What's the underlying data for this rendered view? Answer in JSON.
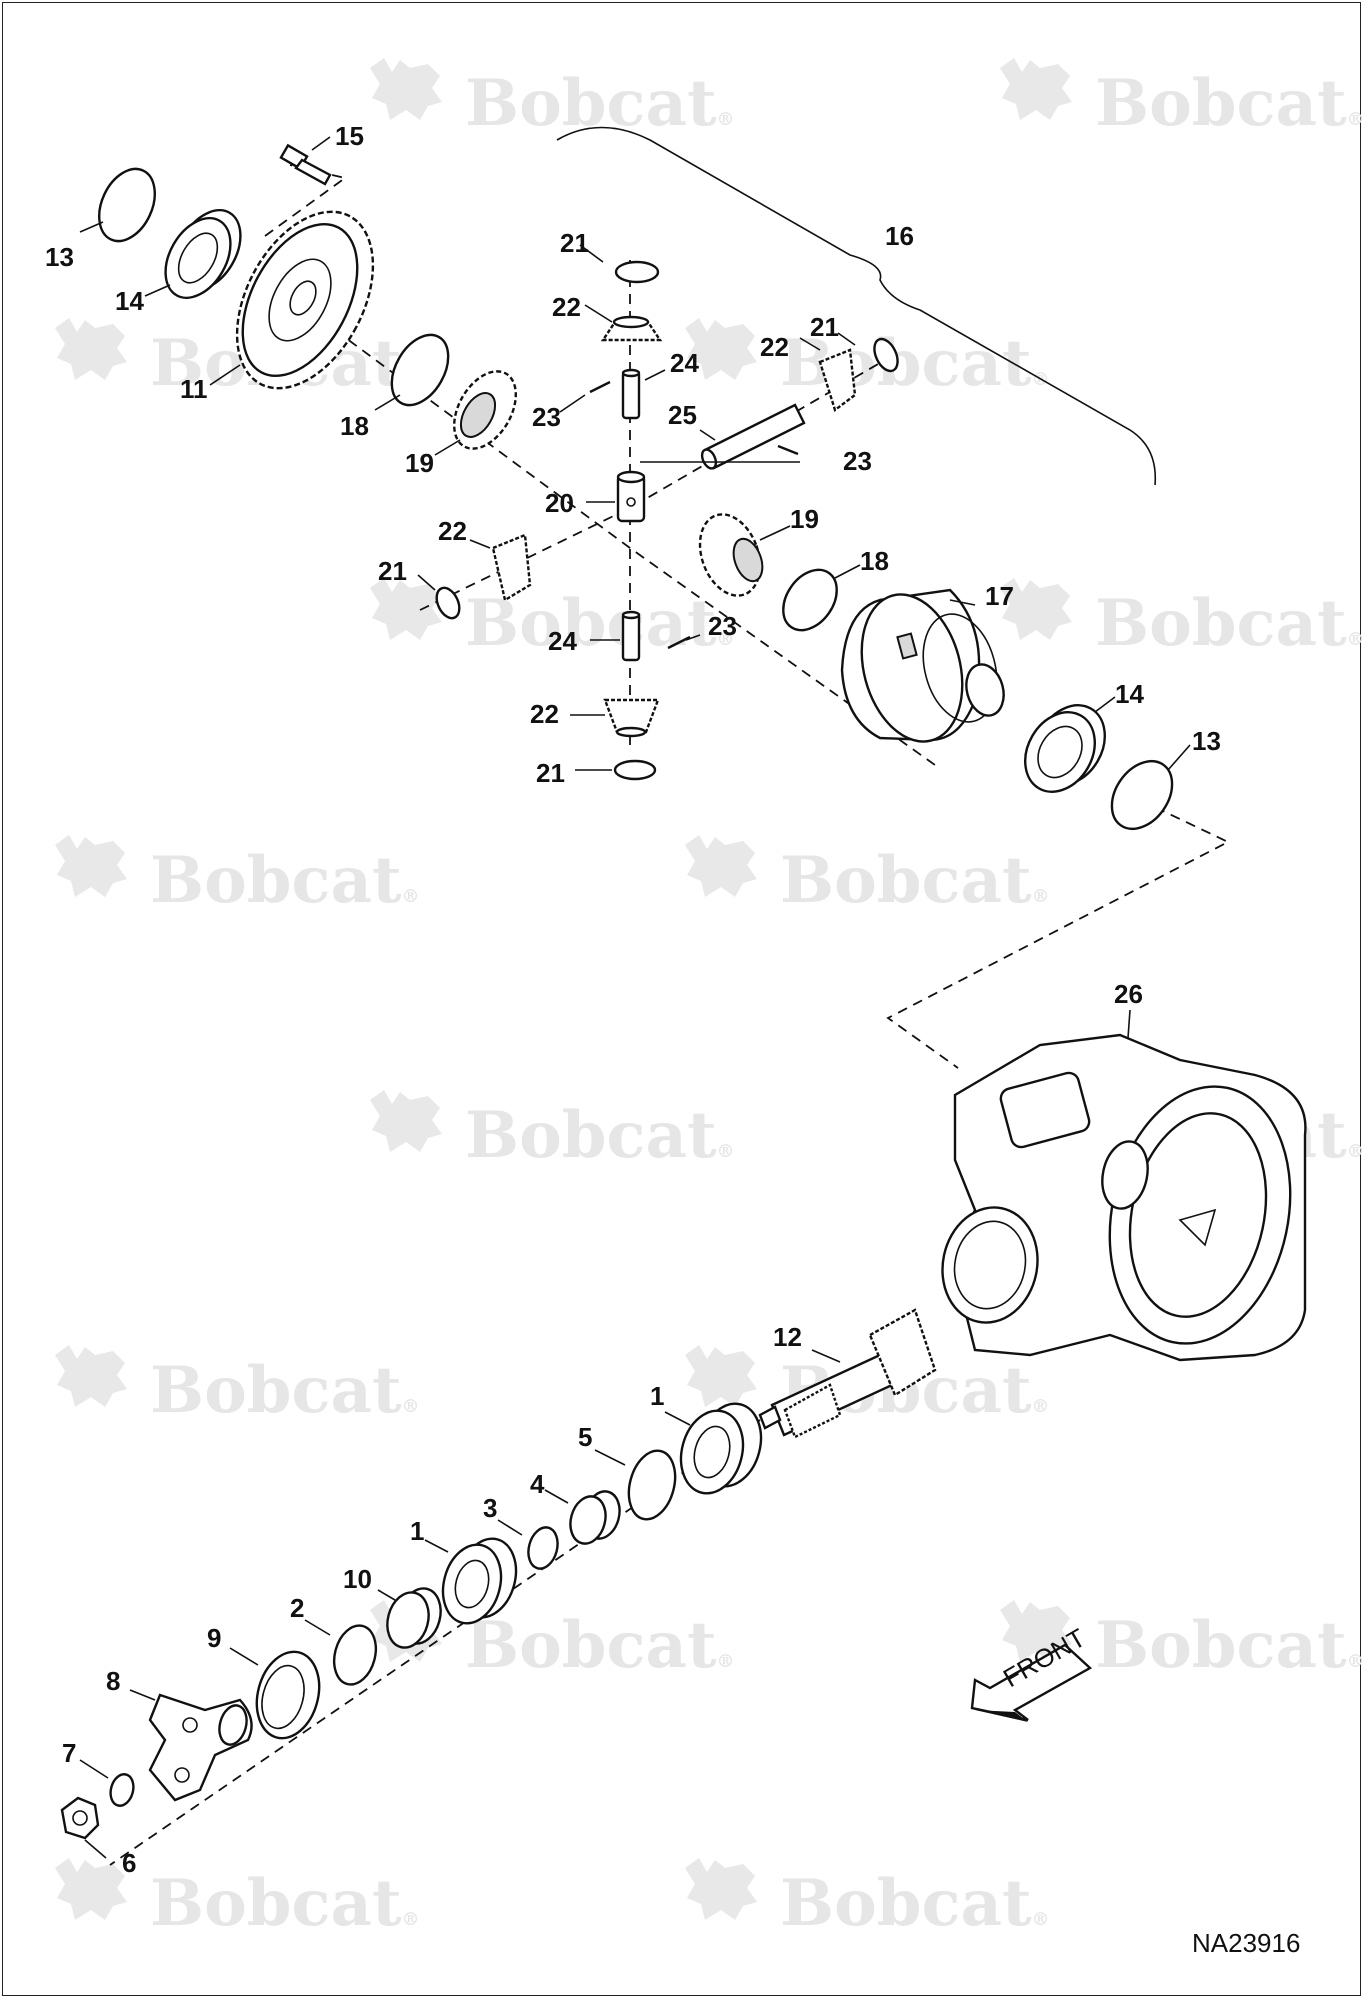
{
  "watermark": {
    "brand": "Bobcat",
    "registered_mark": "®"
  },
  "drawing_code": "NA23916",
  "front_arrow_label": "FRONT",
  "callouts": {
    "c1a": "1",
    "c1b": "1",
    "c2": "2",
    "c3": "3",
    "c4": "4",
    "c5": "5",
    "c6": "6",
    "c7": "7",
    "c8": "8",
    "c9": "9",
    "c10": "10",
    "c11": "11",
    "c12": "12",
    "c13a": "13",
    "c13b": "13",
    "c14a": "14",
    "c14b": "14",
    "c15": "15",
    "c16": "16",
    "c17": "17",
    "c18a": "18",
    "c18b": "18",
    "c19a": "19",
    "c19b": "19",
    "c20": "20",
    "c21a": "21",
    "c21b": "21",
    "c21c": "21",
    "c21d": "21",
    "c22a": "22",
    "c22b": "22",
    "c22c": "22",
    "c22d": "22",
    "c23a": "23",
    "c23b": "23",
    "c23c": "23",
    "c24a": "24",
    "c24b": "24",
    "c25": "25",
    "c26": "26"
  }
}
